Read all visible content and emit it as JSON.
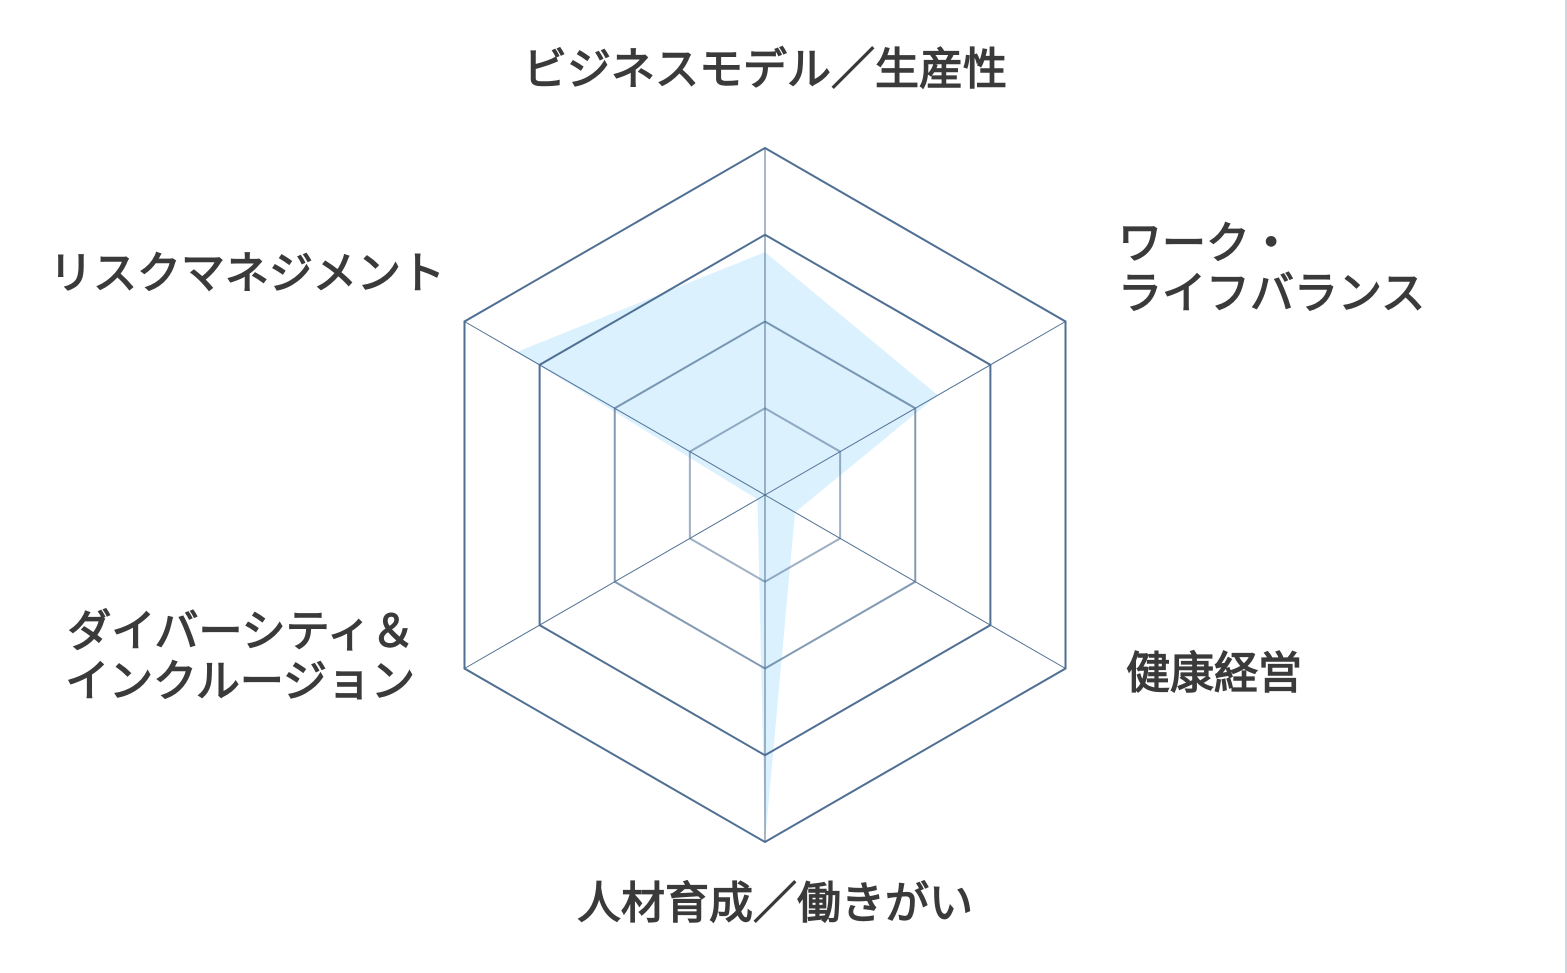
{
  "chart_data": {
    "type": "radar",
    "levels": 4,
    "max": 4,
    "axes": [
      [
        "ビジネスモデル／生産性"
      ],
      [
        "ワーク・",
        "ライフバランス"
      ],
      [
        "健康経営"
      ],
      [
        "人材育成／働きがい"
      ],
      [
        "ダイバーシティ＆",
        "インクルージョン"
      ],
      [
        "リスクマネジメント"
      ]
    ],
    "values": [
      2.8,
      2.3,
      0.4,
      4.0,
      0.1,
      3.3
    ],
    "colors": {
      "grid": "#4f6f93",
      "spoke": "#4f6f93",
      "fill": "#dbf1fd",
      "label": "#3a3a3a"
    }
  }
}
